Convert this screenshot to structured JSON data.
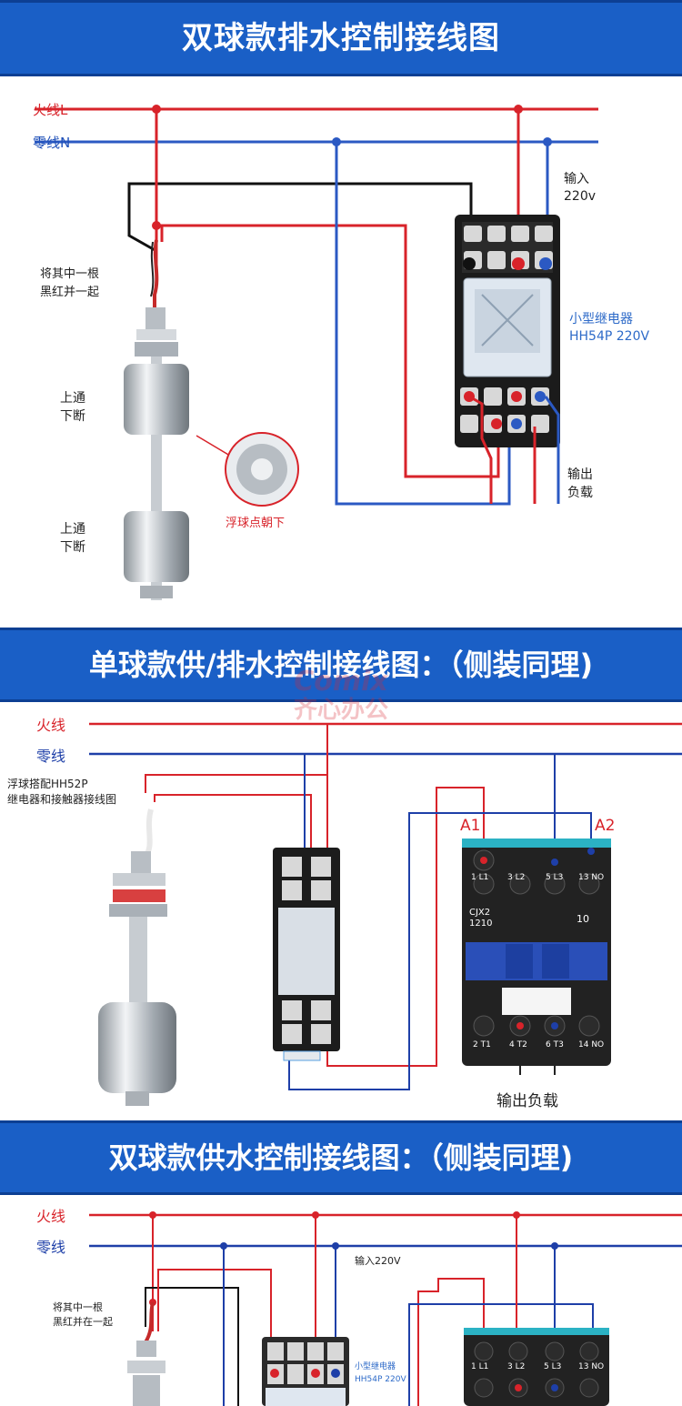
{
  "sections": [
    {
      "title": "双球款排水控制接线图",
      "labels": {
        "live": "火线L",
        "neutral": "零线N",
        "input": "输入\n220v",
        "join_note": "将其中一根\n黑红并一起",
        "relay_model": "小型继电器\nHH54P 220V",
        "upper_ball": "上通\n下断",
        "lower_ball": "上通\n下断",
        "float_note": "浮球点朝下",
        "output": "输出\n负载"
      }
    },
    {
      "title": "单球款供/排水控制接线图：（侧装同理)",
      "labels": {
        "live": "火线",
        "neutral": "零线",
        "note": "浮球搭配HH52P\n继电器和接触器接线图",
        "a1": "A1",
        "a2": "A2",
        "contactor_model": "CJX2\n1210",
        "contactor_num": "10",
        "output": "输出负载",
        "top_terminals": [
          "1 L1",
          "3 L2",
          "5 L3",
          "13 NO"
        ],
        "bottom_terminals": [
          "2 T1",
          "4 T2",
          "6 T3",
          "14 NO"
        ]
      }
    },
    {
      "title": "双球款供水控制接线图：（侧装同理)",
      "labels": {
        "live": "火线",
        "neutral": "零线",
        "input": "输入220V",
        "join_note": "将其中一根\n黑红并在一起",
        "relay_model": "小型继电器\nHH54P 220V",
        "top_terminals": [
          "1 L1",
          "3 L2",
          "5 L3",
          "13 NO"
        ]
      }
    }
  ],
  "watermark": {
    "brand": "Comix",
    "name": "齐心办公"
  },
  "colors": {
    "banner": "#1a5fc6",
    "live_wire": "#d8232a",
    "neutral_wire": "#2b59c3",
    "black_wire": "#111111"
  }
}
